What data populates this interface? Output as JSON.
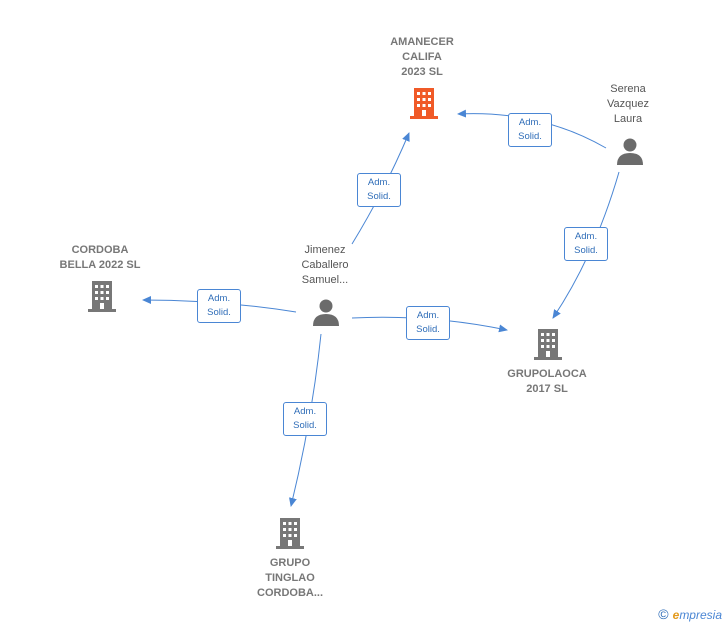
{
  "nodes": {
    "amanecer": {
      "lines": [
        "AMANECER",
        "CALIFA",
        "2023  SL"
      ],
      "kind": "company-highlight"
    },
    "serena": {
      "lines": [
        "Serena",
        "Vazquez",
        "Laura"
      ],
      "kind": "person"
    },
    "cordoba_bella": {
      "lines": [
        "CORDOBA",
        "BELLA 2022  SL"
      ],
      "kind": "company"
    },
    "jimenez": {
      "lines": [
        "Jimenez",
        "Caballero",
        "Samuel..."
      ],
      "kind": "person"
    },
    "grupolaoca": {
      "lines": [
        "GRUPOLAOCA",
        "2017  SL"
      ],
      "kind": "company"
    },
    "grupo_tinglao": {
      "lines": [
        "GRUPO",
        "TINGLAO",
        "CORDOBA..."
      ],
      "kind": "company"
    }
  },
  "edges": [
    {
      "from": "serena",
      "to": "amanecer",
      "tag": [
        "Adm.",
        "Solid."
      ]
    },
    {
      "from": "jimenez",
      "to": "amanecer",
      "tag": [
        "Adm.",
        "Solid."
      ]
    },
    {
      "from": "serena",
      "to": "grupolaoca",
      "tag": [
        "Adm.",
        "Solid."
      ]
    },
    {
      "from": "jimenez",
      "to": "cordoba_bella",
      "tag": [
        "Adm.",
        "Solid."
      ]
    },
    {
      "from": "jimenez",
      "to": "grupolaoca",
      "tag": [
        "Adm.",
        "Solid."
      ]
    },
    {
      "from": "jimenez",
      "to": "grupo_tinglao",
      "tag": [
        "Adm.",
        "Solid."
      ]
    }
  ],
  "colors": {
    "edge": "#4a86d4",
    "highlight": "#f05a28",
    "company": "#777777",
    "person": "#6b6b6b"
  },
  "icons": {
    "company": "building-icon",
    "person": "person-icon"
  },
  "brand": {
    "copyright": "©",
    "initial": "e",
    "rest": "mpresia"
  }
}
